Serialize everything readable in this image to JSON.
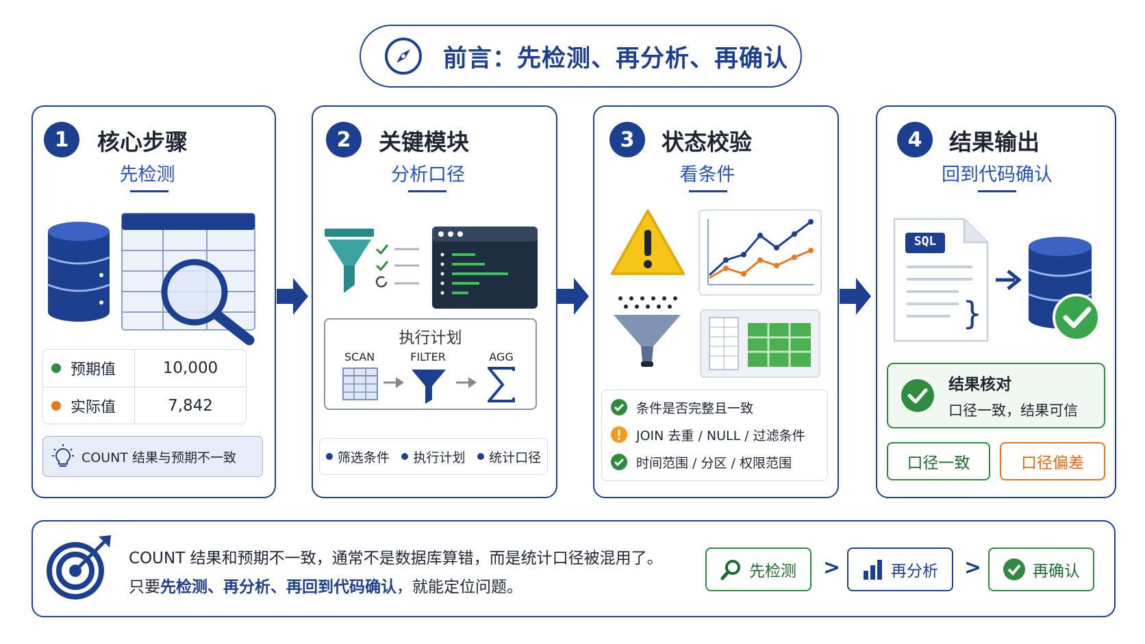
{
  "title": "前言：先检测、再分析、再确认",
  "colors": {
    "primary": "#1d3f8f",
    "accent": "#2252b8",
    "green": "#2e8b3f",
    "orange": "#e87722",
    "warning": "#f5c518"
  },
  "steps": [
    {
      "number": "1",
      "title": "核心步骤",
      "subtitle": "先检测",
      "icons": [
        "database-icon",
        "table-icon",
        "magnifier-icon"
      ],
      "rows": [
        {
          "label": "预期值",
          "value": "10,000",
          "dot": "#2e8b3f"
        },
        {
          "label": "实际值",
          "value": "7,842",
          "dot": "#e87722"
        }
      ],
      "note": "COUNT 结果与预期不一致",
      "note_icon": "lightbulb-icon"
    },
    {
      "number": "2",
      "title": "关键模块",
      "subtitle": "分析口径",
      "icons": [
        "funnel-icon",
        "checklist-icon",
        "terminal-icon"
      ],
      "plan_title": "执行计划",
      "plan_steps": [
        "SCAN",
        "FILTER",
        "AGG"
      ],
      "chips": [
        "筛选条件",
        "执行计划",
        "统计口径"
      ]
    },
    {
      "number": "3",
      "title": "状态校验",
      "subtitle": "看条件",
      "icons": [
        "warning-icon",
        "line-chart-icon",
        "filter-funnel-icon",
        "spreadsheet-icon"
      ],
      "checks": [
        {
          "text": "条件是否完整且一致",
          "status": "ok"
        },
        {
          "text": "JOIN 去重 / NULL / 过滤条件",
          "status": "warn"
        },
        {
          "text": "时间范围 / 分区 / 权限范围",
          "status": "ok"
        }
      ]
    },
    {
      "number": "4",
      "title": "结果输出",
      "subtitle": "回到代码确认",
      "icons": [
        "sql-file-icon",
        "arrow-right-icon",
        "database-check-icon"
      ],
      "sql_label": "SQL",
      "result_title": "结果核对",
      "result_desc": "口径一致，结果可信",
      "buttons": [
        "口径一致",
        "口径偏差"
      ]
    }
  ],
  "bottom": {
    "line1": "COUNT 结果和预期不一致，通常不是数据库算错，而是统计口径被混用了。",
    "line2_prefix": "只要",
    "line2_highlight": "先检测、再分析、再回到代码确认",
    "line2_suffix": "，就能定位问题。",
    "actions": [
      "先检测",
      "再分析",
      "再确认"
    ],
    "chevrons": [
      ">",
      ">"
    ]
  }
}
